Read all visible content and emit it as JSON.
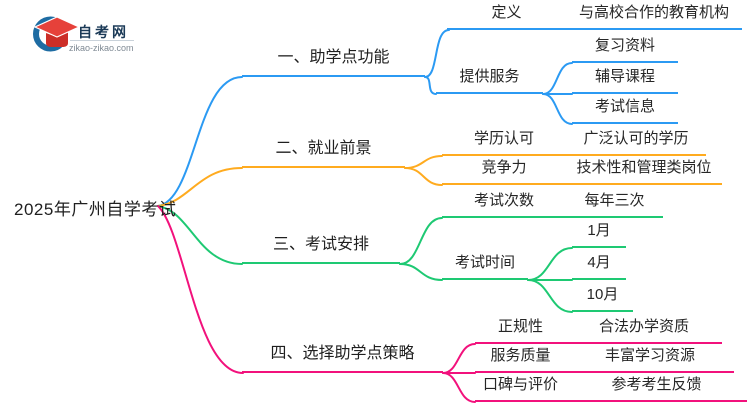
{
  "logo": {
    "title": "自考网",
    "domain": "zikao-zikao.com"
  },
  "root": {
    "label": "2025年广州自学考试"
  },
  "colors": {
    "background": "#ffffff",
    "text": "#262626"
  },
  "branches": [
    {
      "label": "一、助学点功能",
      "color": "#2b9af3",
      "children": [
        {
          "label": "定义",
          "values": [
            "与高校合作的教育机构"
          ]
        },
        {
          "label": "提供服务",
          "values": [
            "复习资料",
            "辅导课程",
            "考试信息"
          ]
        }
      ]
    },
    {
      "label": "二、就业前景",
      "color": "#ffab1f",
      "children": [
        {
          "label": "学历认可",
          "values": [
            "广泛认可的学历"
          ]
        },
        {
          "label": "竞争力",
          "values": [
            "技术性和管理类岗位"
          ]
        }
      ]
    },
    {
      "label": "三、考试安排",
      "color": "#1ec973",
      "children": [
        {
          "label": "考试次数",
          "values": [
            "每年三次"
          ]
        },
        {
          "label": "考试时间",
          "values": [
            "1月",
            "4月",
            "10月"
          ]
        }
      ]
    },
    {
      "label": "四、选择助学点策略",
      "color": "#f2117c",
      "children": [
        {
          "label": "正规性",
          "values": [
            "合法办学资质"
          ]
        },
        {
          "label": "服务质量",
          "values": [
            "丰富学习资源"
          ]
        },
        {
          "label": "口碑与评价",
          "values": [
            "参考考生反馈"
          ]
        }
      ]
    }
  ]
}
